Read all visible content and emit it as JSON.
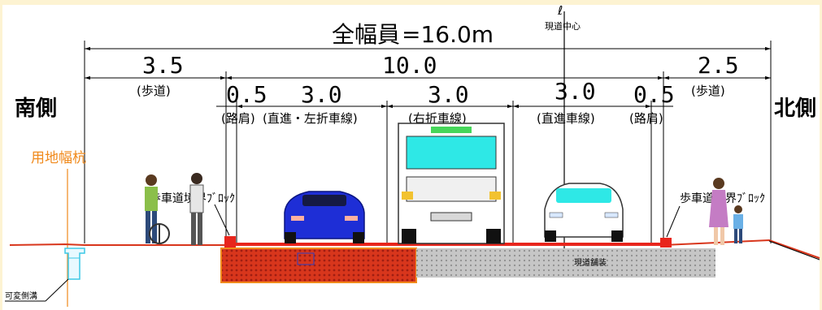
{
  "title": {
    "prefix": "全幅員",
    "value": "=16.0m"
  },
  "centerline": {
    "symbol": "ℓ",
    "label": "現道中心"
  },
  "sides": {
    "south": "南側",
    "north": "北側"
  },
  "property_marker": "用地幅杭",
  "dimensions": {
    "overall": "10.0",
    "left_sidewalk": {
      "value": "3.5",
      "label": "(歩道)"
    },
    "right_sidewalk": {
      "value": "2.5",
      "label": "(歩道)"
    },
    "left_shoulder": {
      "value": "0.5",
      "label": "(路肩)"
    },
    "left_lane": {
      "value": "3.0",
      "label": "(直進・左折車線)"
    },
    "center_lane": {
      "value": "3.0",
      "label": "(右折車線)"
    },
    "right_lane": {
      "value": "3.0",
      "label": "(直進車線)"
    },
    "right_shoulder": {
      "value": "0.5",
      "label": "(路肩)"
    }
  },
  "blocks": {
    "left": "歩車道境界ﾌﾞﾛｯｸ",
    "right": "歩車道境界ﾌﾞﾛｯｸ"
  },
  "pavement": {
    "existing": "現道舗装"
  },
  "ditch": "可変側溝",
  "colors": {
    "dimension_line": "#000000",
    "marker_orange": "#f08a1c",
    "curb_red": "#e8251c",
    "new_pavement": "#d8361c",
    "existing_pavement": "#c6c6c6",
    "ditch_blue": "#3cc8e6"
  }
}
